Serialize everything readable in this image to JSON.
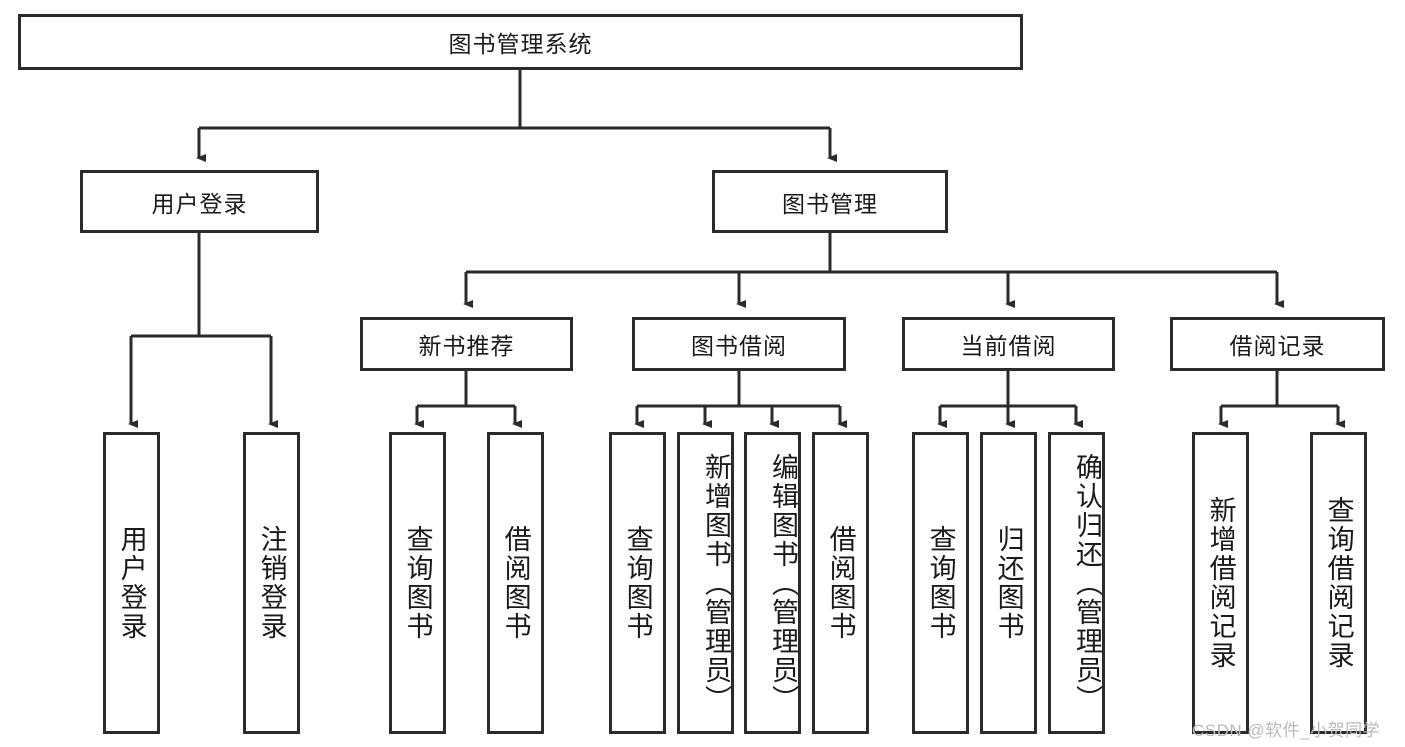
{
  "diagram": {
    "title": "图书管理系统",
    "root": {
      "label": "图书管理系统"
    },
    "level2": [
      {
        "label": "用户登录"
      },
      {
        "label": "图书管理"
      }
    ],
    "level3": [
      {
        "label": "新书推荐"
      },
      {
        "label": "图书借阅"
      },
      {
        "label": "当前借阅"
      },
      {
        "label": "借阅记录"
      }
    ],
    "leaves_user_login": [
      {
        "label": "用户登录"
      },
      {
        "label": "注销登录"
      }
    ],
    "leaves_new_books": [
      {
        "label": "查询图书"
      },
      {
        "label": "借阅图书"
      }
    ],
    "leaves_borrow": [
      {
        "label": "查询图书"
      },
      {
        "label": "新增图书（管理员）"
      },
      {
        "label": "编辑图书（管理员）"
      },
      {
        "label": "借阅图书"
      }
    ],
    "leaves_current": [
      {
        "label": "查询图书"
      },
      {
        "label": "归还图书"
      },
      {
        "label": "确认归还（管理员）"
      }
    ],
    "leaves_records": [
      {
        "label": "新增借阅记录"
      },
      {
        "label": "查询借阅记录"
      }
    ]
  },
  "watermark": {
    "text": "CSDN @软件_小贺同学"
  },
  "colors": {
    "stroke": "#2b2b2b",
    "fill": "#ffffff",
    "text": "#1a1a1a",
    "watermark": "#b9b9b9"
  }
}
